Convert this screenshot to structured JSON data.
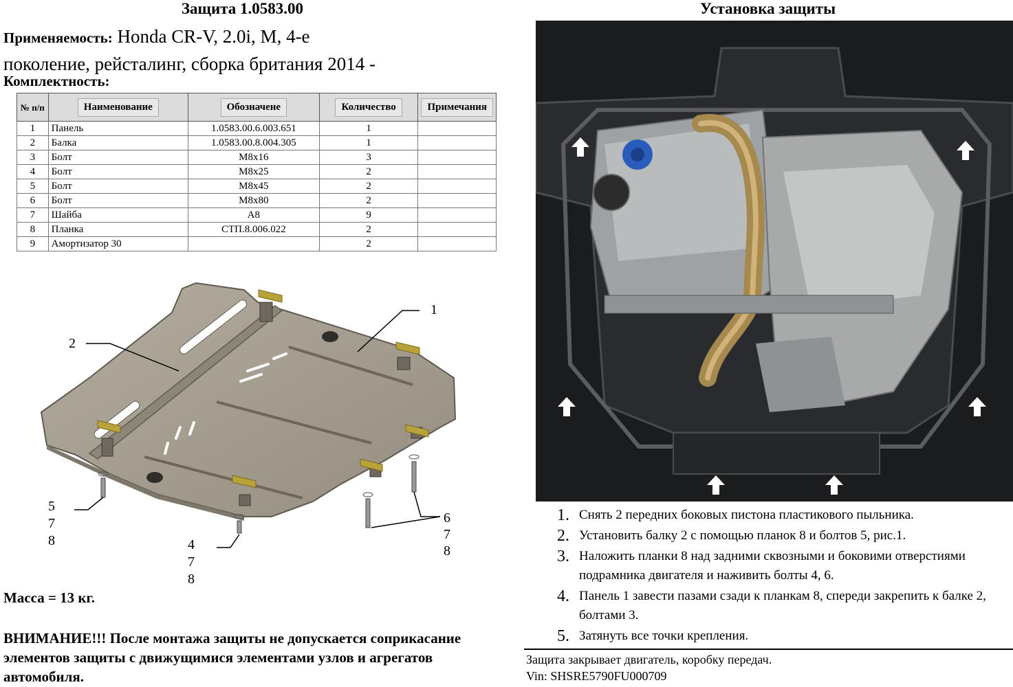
{
  "doc_title": "Защита 1.0583.00",
  "applicability": {
    "label": "Применяемость:",
    "text_line1": "Honda CR-V, 2.0i, M, 4-е",
    "text_line2": "поколение, рейсталинг, сборка британия 2014 -"
  },
  "kit_label": "Комплектность:",
  "parts_table": {
    "headers": [
      "№ п/п",
      "Наименование",
      "Обозначене",
      "Количество",
      "Примечания"
    ],
    "rows": [
      [
        "1",
        "Панель",
        "1.0583.00.6.003.651",
        "1",
        ""
      ],
      [
        "2",
        "Балка",
        "1.0583.00.8.004.305",
        "1",
        ""
      ],
      [
        "3",
        "Болт",
        "М8х16",
        "3",
        ""
      ],
      [
        "4",
        "Болт",
        "М8х25",
        "2",
        ""
      ],
      [
        "5",
        "Болт",
        "М8х45",
        "2",
        ""
      ],
      [
        "6",
        "Болт",
        "М8х80",
        "2",
        ""
      ],
      [
        "7",
        "Шайба",
        "А8",
        "9",
        ""
      ],
      [
        "8",
        "Планка",
        "СТП.8.006.022",
        "2",
        ""
      ],
      [
        "9",
        "Амортизатор 30",
        "",
        "2",
        ""
      ]
    ]
  },
  "diagram_callouts": {
    "c1": "1",
    "c2": "2",
    "c5": "5",
    "c5_7": "7",
    "c5_8": "8",
    "c4": "4",
    "c4_7": "7",
    "c4_8": "8",
    "c6": "6",
    "c6_7": "7",
    "c6_8": "8"
  },
  "mass": "Масса = 13 кг.",
  "warning": "ВНИМАНИЕ!!! После монтажа защиты не допускается соприкасание элементов защиты с движущимися элементами узлов и агрегатов автомобиля.",
  "install_title": "Установка защиты",
  "steps": [
    {
      "n": "1.",
      "text": "Снять 2 передних боковых пистона пластикового пыльника."
    },
    {
      "n": "2.",
      "text": "Установить балку 2 с помощью планок 8 и болтов 5, рис.1."
    },
    {
      "n": "3.",
      "text": "Наложить планки 8 над задними сквозными и боковими отверстиями подрамника двигателя и наживить болты 4, 6."
    },
    {
      "n": "4.",
      "text": "Панель 1 завести пазами сзади к планкам 8, спереди закрепить к балке 2, болтами 3."
    },
    {
      "n": "5.",
      "text": "Затянуть все точки крепления."
    }
  ],
  "note_line1": "Защита закрывает двигатель, коробку передач.",
  "note_line2": "Vin: SHSRE5790FU000709",
  "colors": {
    "panel": "#a39c8e",
    "panel_edge": "#5f5a51",
    "bracket": "#b8a23a",
    "photo_bg": "#1b1c1e",
    "arrow": "#ffffff"
  }
}
